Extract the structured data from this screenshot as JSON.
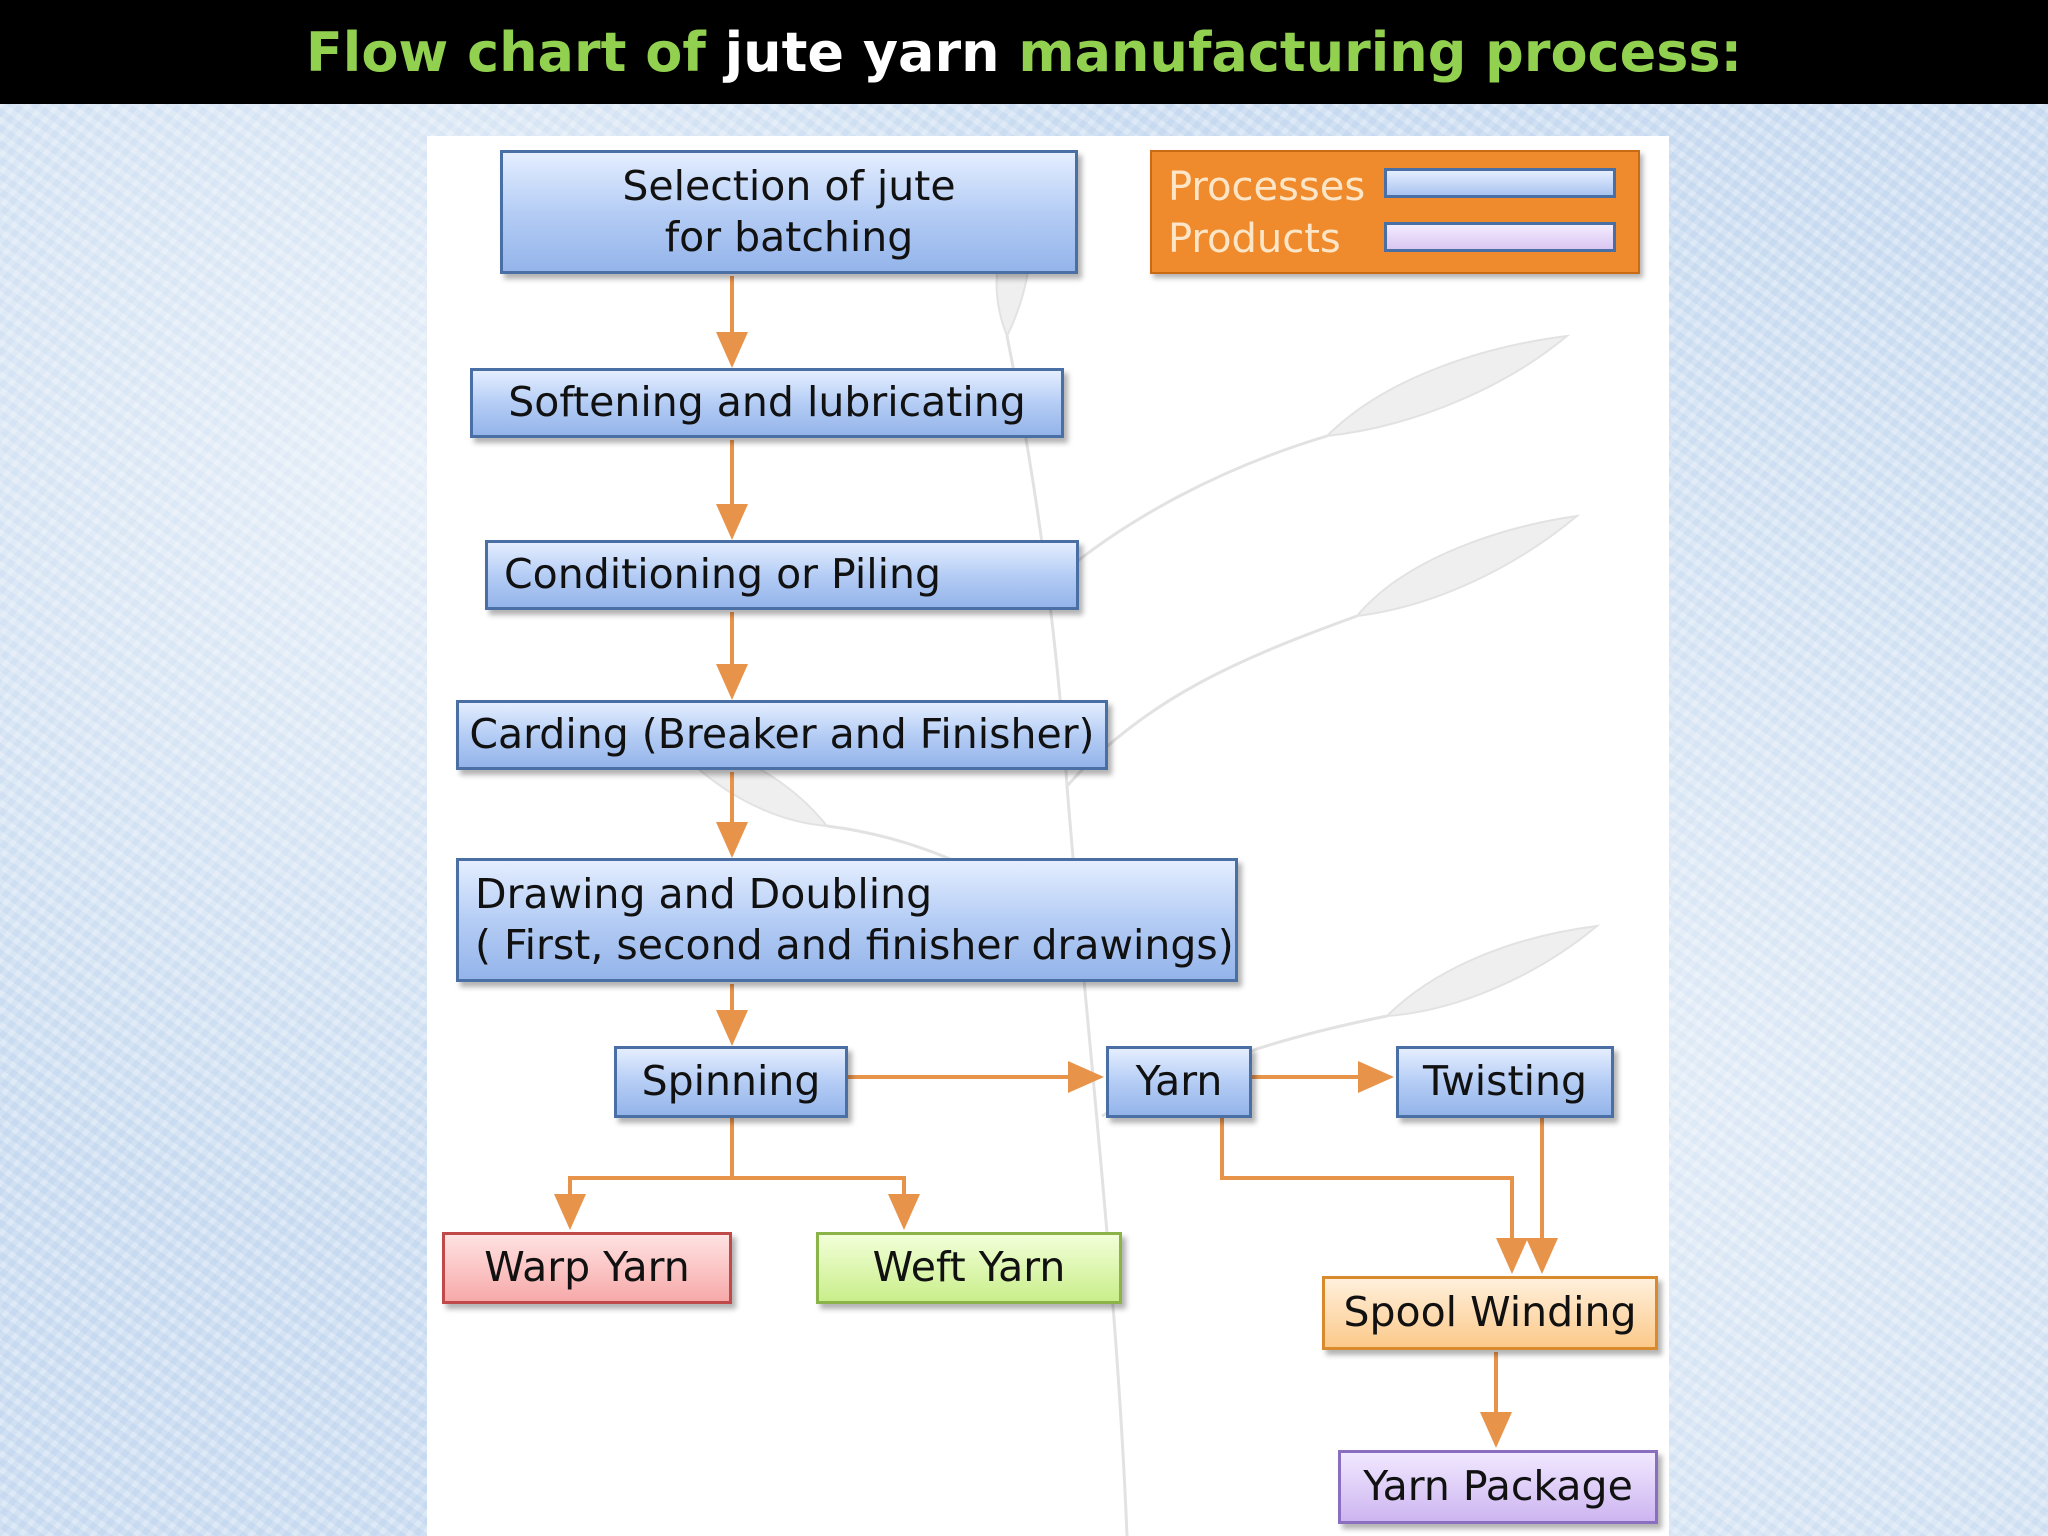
{
  "title": {
    "part1": "Flow chart of ",
    "part2": "jute yarn",
    "part3": " manufacturing process:"
  },
  "legend": {
    "processes_label": "Processes",
    "products_label": "Products"
  },
  "nodes": {
    "selection": "Selection of jute for batching",
    "softening": "Softening and lubricating",
    "conditioning": "Conditioning or Piling",
    "carding": "Carding (Breaker and Finisher)",
    "drawing_line1": "Drawing and Doubling",
    "drawing_line2": "( First, second and finisher drawings)",
    "spinning": "Spinning",
    "yarn": "Yarn",
    "twisting": "Twisting",
    "warp_yarn": "Warp Yarn",
    "weft_yarn": "Weft Yarn",
    "spool_winding": "Spool Winding",
    "yarn_package": "Yarn Package"
  },
  "colors": {
    "title_accent": "#92d050",
    "title_black_bar": "#000000",
    "arrow": "#e8934a",
    "process_fill": "#b5cdf5",
    "legend_fill": "#ef8b2c",
    "products_swatch": "#d9c6f2",
    "warp_fill": "#f7a9a9",
    "weft_fill": "#c9ee8a",
    "spool_fill": "#fcc98a",
    "package_fill": "#cdb5f0"
  }
}
